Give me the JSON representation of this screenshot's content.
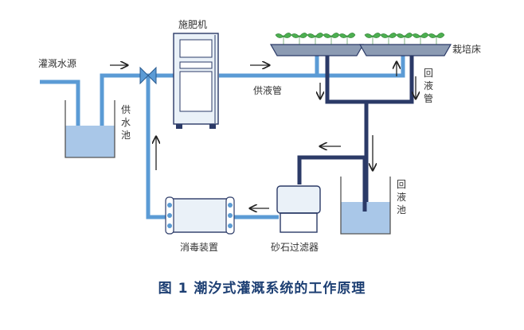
{
  "labels": {
    "irrigation_source": "灌溉水源",
    "fertilizer_machine": "施肥机",
    "cultivation_bed": "栽培床",
    "supply_pipe": "供液管",
    "return_pipe": "回液管",
    "supply_pool": "供水池",
    "return_pool": "回液池",
    "sand_filter": "砂石过滤器",
    "disinfection_device": "消毒装置"
  },
  "caption": "图 1 潮汐式灌溉系统的工作原理",
  "colors": {
    "supply_pipe": "#5b9bd5",
    "return_pipe": "#2b3a67",
    "water": "#a9c7e8",
    "machine": "#eaf1f8",
    "plant": "#4caf50"
  }
}
